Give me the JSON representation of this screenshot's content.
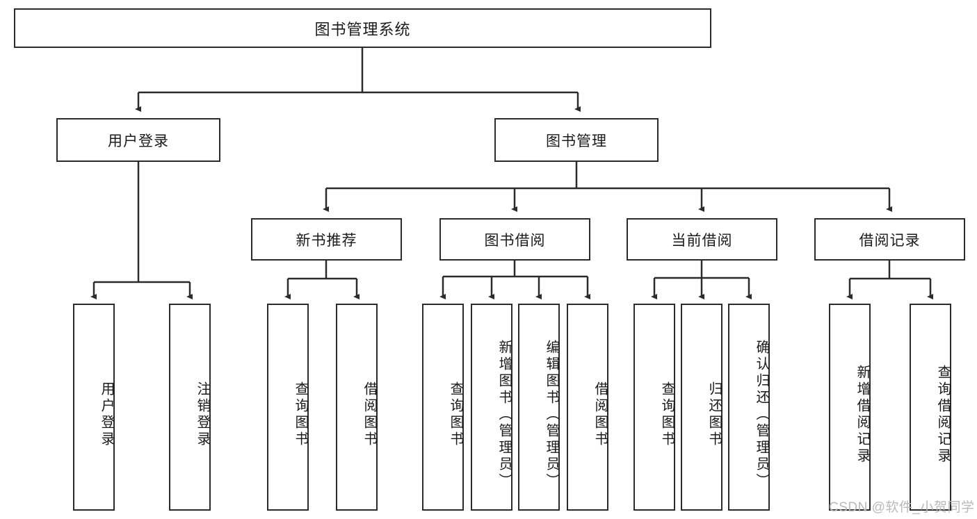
{
  "diagram": {
    "title": "图书管理系统",
    "root": {
      "label": "图书管理系统"
    },
    "level1": [
      {
        "label": "用户登录"
      },
      {
        "label": "图书管理"
      }
    ],
    "level2": [
      {
        "label": "新书推荐"
      },
      {
        "label": "图书借阅"
      },
      {
        "label": "当前借阅"
      },
      {
        "label": "借阅记录"
      }
    ],
    "leaves": {
      "user_login": [
        {
          "label": "用户登录"
        },
        {
          "label": "注销登录"
        }
      ],
      "new_book_recommend": [
        {
          "label": "查询图书"
        },
        {
          "label": "借阅图书"
        }
      ],
      "book_borrow": [
        {
          "label": "查询图书"
        },
        {
          "label": "新增图书（管理员）"
        },
        {
          "label": "编辑图书（管理员）"
        },
        {
          "label": "借阅图书"
        }
      ],
      "current_borrow": [
        {
          "label": "查询图书"
        },
        {
          "label": "归还图书"
        },
        {
          "label": "确认归还（管理员）"
        }
      ],
      "borrow_record": [
        {
          "label": "新增借阅记录"
        },
        {
          "label": "查询借阅记录"
        }
      ]
    }
  },
  "watermark": {
    "text": "CSDN @软件_小贺同学"
  },
  "colors": {
    "stroke": "#2b2b2b",
    "fill": "#ffffff",
    "text": "#1a1a1a",
    "watermark": "#b9b9b9"
  }
}
